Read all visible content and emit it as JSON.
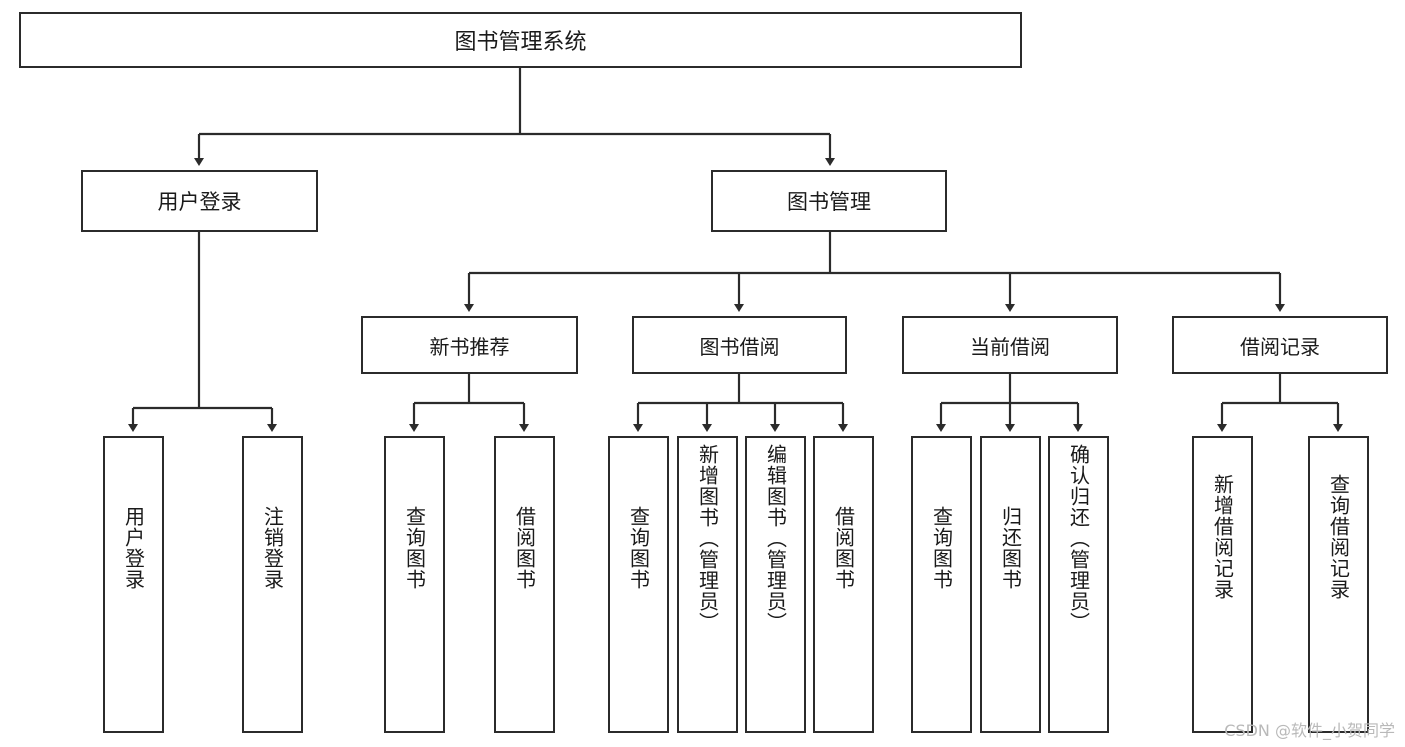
{
  "diagram": {
    "title": "图书管理系统",
    "type": "hierarchy-tree",
    "watermark": "CSDN @软件_小贺同学",
    "colors": {
      "stroke": "#2b2b2b",
      "fill": "#ffffff",
      "text": "#1a1a1a",
      "watermark": "#b9b9b9"
    },
    "root": {
      "label": "图书管理系统"
    },
    "level1": [
      {
        "label": "用户登录"
      },
      {
        "label": "图书管理"
      }
    ],
    "level2": [
      {
        "label": "新书推荐"
      },
      {
        "label": "图书借阅"
      },
      {
        "label": "当前借阅"
      },
      {
        "label": "借阅记录"
      }
    ],
    "leaves": {
      "user_login": [
        {
          "label": "用户登录"
        },
        {
          "label": "注销登录"
        }
      ],
      "new_book_recommend": [
        {
          "label": "查询图书"
        },
        {
          "label": "借阅图书"
        }
      ],
      "book_borrow": [
        {
          "label": "查询图书"
        },
        {
          "label": "新增图书（管理员）"
        },
        {
          "label": "编辑图书（管理员）"
        },
        {
          "label": "借阅图书"
        }
      ],
      "current_borrow": [
        {
          "label": "查询图书"
        },
        {
          "label": "归还图书"
        },
        {
          "label": "确认归还（管理员）"
        }
      ],
      "borrow_records": [
        {
          "label": "新增借阅记录"
        },
        {
          "label": "查询借阅记录"
        }
      ]
    }
  }
}
